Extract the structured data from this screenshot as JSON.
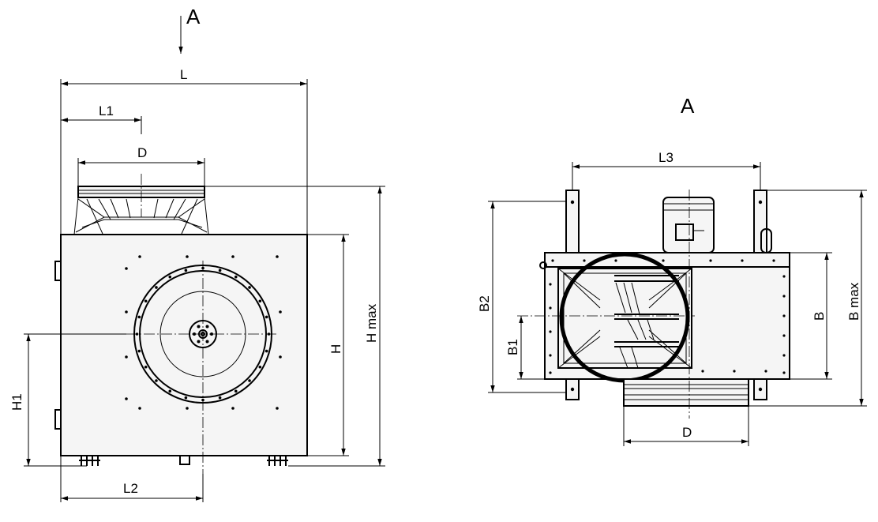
{
  "view_labels": {
    "arrow": "A",
    "side_view": "A"
  },
  "dimensions": {
    "L": "L",
    "L1": "L1",
    "L2": "L2",
    "L3": "L3",
    "D_front": "D",
    "D_side": "D",
    "H": "H",
    "H1": "H1",
    "H_max": "H max",
    "B": "B",
    "B1": "B1",
    "B2": "B2",
    "B_max": "B max"
  }
}
